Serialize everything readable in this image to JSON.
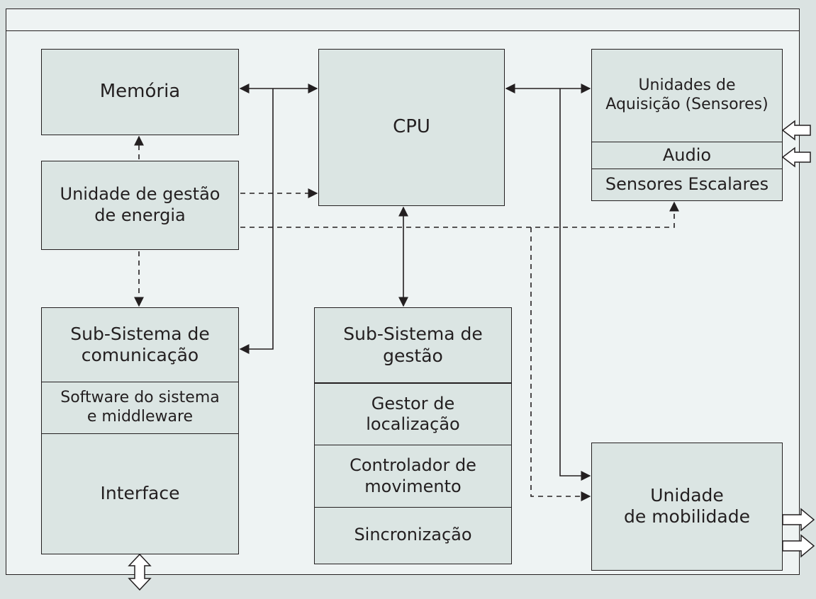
{
  "blocks": {
    "memoria": "Memória",
    "cpu": "CPU",
    "energia": "Unidade de gestão\nde energia",
    "sensores": {
      "aquisicao": "Unidades de\nAquisição (Sensores)",
      "audio": "Audio",
      "escalares": "Sensores Escalares"
    },
    "comunicacao": {
      "subsistema": "Sub-Sistema de\ncomunicação",
      "software": "Software do sistema\ne middleware",
      "interface": "Interface"
    },
    "gestao": {
      "subsistema": "Sub-Sistema de\ngestão",
      "localizacao": "Gestor de\nlocalização",
      "movimento": "Controlador de\nmovimento",
      "sincronizacao": "Sincronização"
    },
    "mobilidade": "Unidade\nde mobilidade"
  },
  "colors": {
    "background": "#dbe3e2",
    "panel": "#eef3f3",
    "block_fill": "#dbe5e3",
    "stroke": "#231f20"
  }
}
